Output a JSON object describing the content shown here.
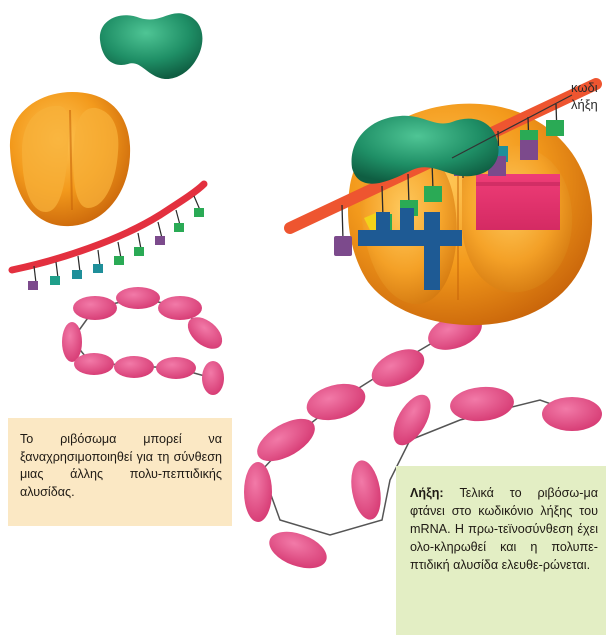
{
  "labels": {
    "stop_codon_line1": "κωδι",
    "stop_codon_line2": "λήξη"
  },
  "recycle_note": {
    "text": "Το ριβόσωμα μπορεί να ξαναχρησιμοποιηθεί για τη σύνθεση μιας άλλης πολυ-πεπτιδικής αλυσίδας."
  },
  "termination_note": {
    "heading": "Λήξη:",
    "text": "Τελικά το ριβόσω-μα φτάνει στο κωδικόνιο λήξης του mRNA. Η πρω-τεϊνοσύνθεση έχει ολο-κληρωθεί και η πολυπε-πτιδική αλυσίδα ελευθε-ρώνεται."
  },
  "colors": {
    "large_subunit": "#f2a21f",
    "small_subunit": "#1f8f66",
    "mrna": "#e3303f",
    "polypeptide": "#e0457f",
    "release_factor": "#e0306a",
    "trna": "#1e5a94",
    "recycle_box": "#fbe8c4",
    "termination_box": "#e3eec4"
  }
}
